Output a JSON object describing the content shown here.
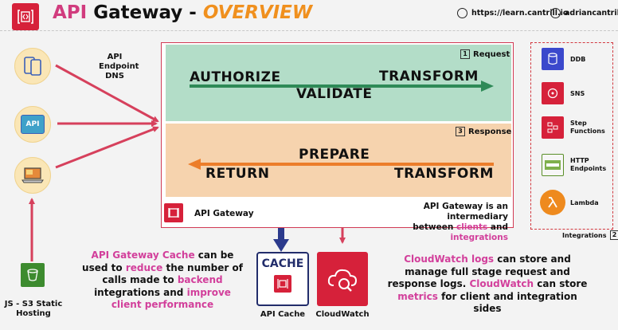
{
  "header": {
    "title_part1": "API",
    "title_part2": "Gateway -",
    "title_part3": "OVERVIEW",
    "website": "https://learn.cantrill.io",
    "handle": "adriancantrill"
  },
  "clients": {
    "api_icon_text": "API",
    "endpoint_label": [
      "API",
      "Endpoint",
      "DNS"
    ],
    "s3_label": [
      "JS - S3 Static",
      "Hosting"
    ]
  },
  "gateway": {
    "request_num": "1",
    "request_label": "Request",
    "authorize": "AUTHORIZE",
    "validate": "VALIDATE",
    "transform_req": "TRANSFORM",
    "response_num": "3",
    "response_label": "Response",
    "prepare": "PREPARE",
    "return_label": "RETURN",
    "transform_resp": "TRANSFORM",
    "name": "API Gateway",
    "desc": {
      "line1": "API Gateway is an intermediary",
      "line2_pre": "between",
      "clients": "clients",
      "and": "and",
      "integrations": "integrations"
    }
  },
  "integrations": {
    "label": "Integrations",
    "num": "2",
    "services": [
      {
        "name": "DDB",
        "color": "#3b48cc"
      },
      {
        "name": "SNS",
        "color": "#d6213a"
      },
      {
        "name": "Step Functions",
        "color": "#d6213a"
      },
      {
        "name": "HTTP Endpoints",
        "color": "#5a8f29"
      },
      {
        "name": "Lambda",
        "color": "#ee8a1e"
      }
    ]
  },
  "cache_note": {
    "s1": "API Gateway Cache",
    "s2": "can be used to",
    "s3": "reduce",
    "s4": "the number of calls made to",
    "s5": "backend",
    "s6": "integrations and",
    "s7": "improve",
    "s8": "client performance"
  },
  "cache": {
    "box_text": "CACHE",
    "label": "API Cache"
  },
  "cloudwatch": {
    "label": "CloudWatch"
  },
  "cw_note": {
    "s1": "CloudWatch logs",
    "s2": "can store and manage full stage request and response logs.",
    "s3": "CloudWatch",
    "s4": "can store",
    "s5": "metrics",
    "s6": "for client and integration sides"
  },
  "colors": {
    "pink": "#d23f9b",
    "orange": "#f0901e",
    "red": "#d6213a",
    "navy": "#2b3a8c",
    "green_arrow": "#2e8a57",
    "orange_arrow": "#ec7d2a"
  }
}
